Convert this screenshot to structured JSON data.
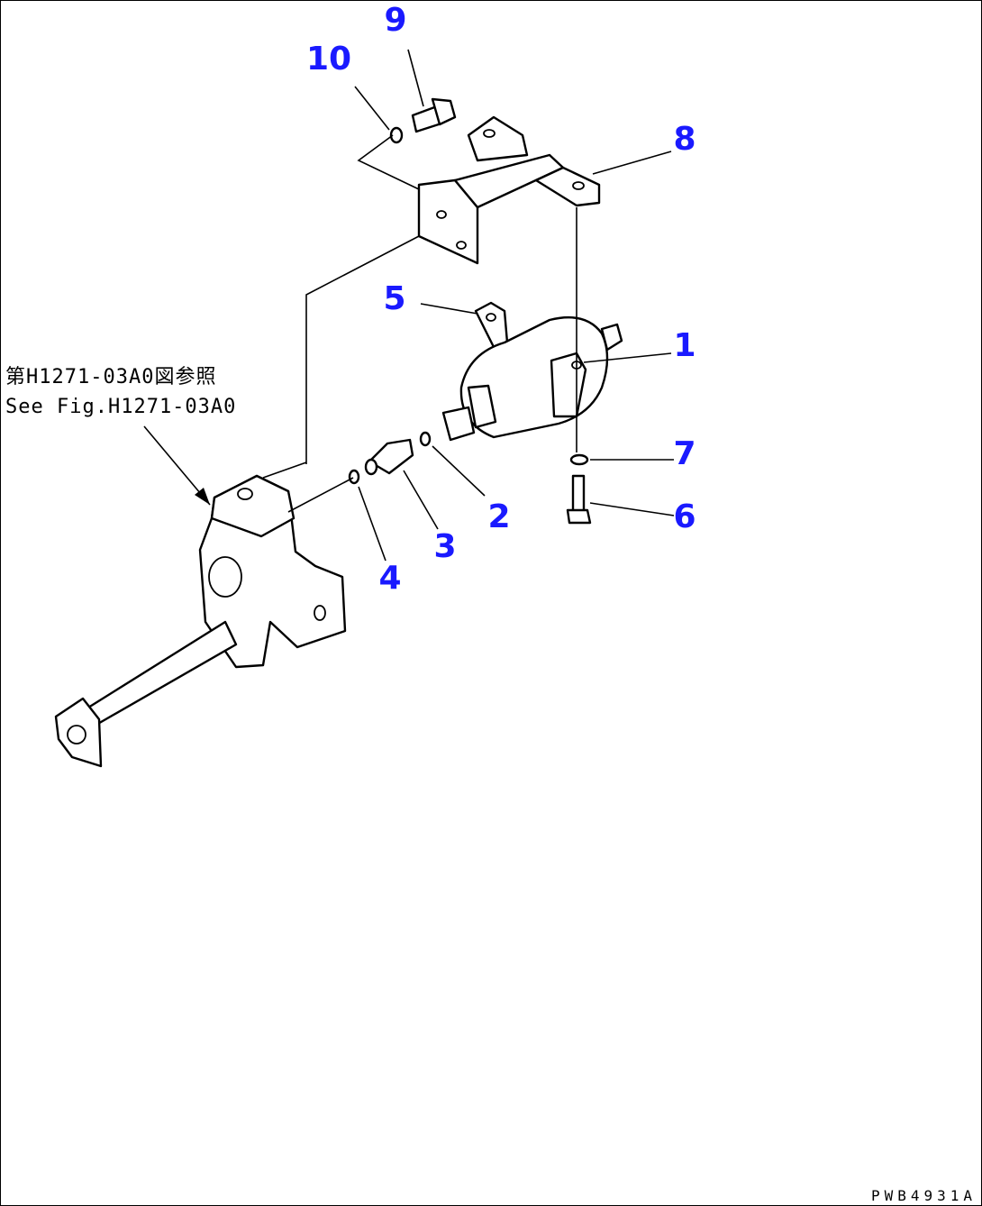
{
  "callouts": [
    {
      "id": "1",
      "label": "1"
    },
    {
      "id": "2",
      "label": "2"
    },
    {
      "id": "3",
      "label": "3"
    },
    {
      "id": "4",
      "label": "4"
    },
    {
      "id": "5",
      "label": "5"
    },
    {
      "id": "6",
      "label": "6"
    },
    {
      "id": "7",
      "label": "7"
    },
    {
      "id": "8",
      "label": "8"
    },
    {
      "id": "9",
      "label": "9"
    },
    {
      "id": "10",
      "label": "10"
    }
  ],
  "reference": {
    "line1": "第H1271-03A0図参照",
    "line2": "See Fig.H1271-03A0"
  },
  "drawing_number": "PWB4931A",
  "colors": {
    "callout": "#1a1aff",
    "line": "#000000",
    "background": "#ffffff"
  }
}
